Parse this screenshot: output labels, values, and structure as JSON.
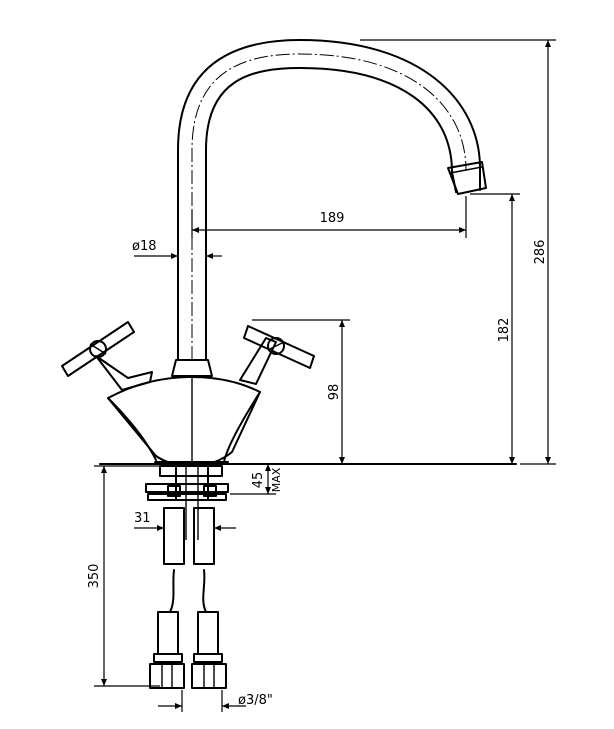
{
  "dimensions": {
    "total_height": "286",
    "spout_height": "182",
    "spout_reach": "189",
    "handle_height": "98",
    "pipe_diameter": "ø18",
    "deck_thickness": "45",
    "deck_max_label": "MAX",
    "shank_width": "31",
    "hose_length": "350",
    "connection_thread": "ø3/8\""
  }
}
